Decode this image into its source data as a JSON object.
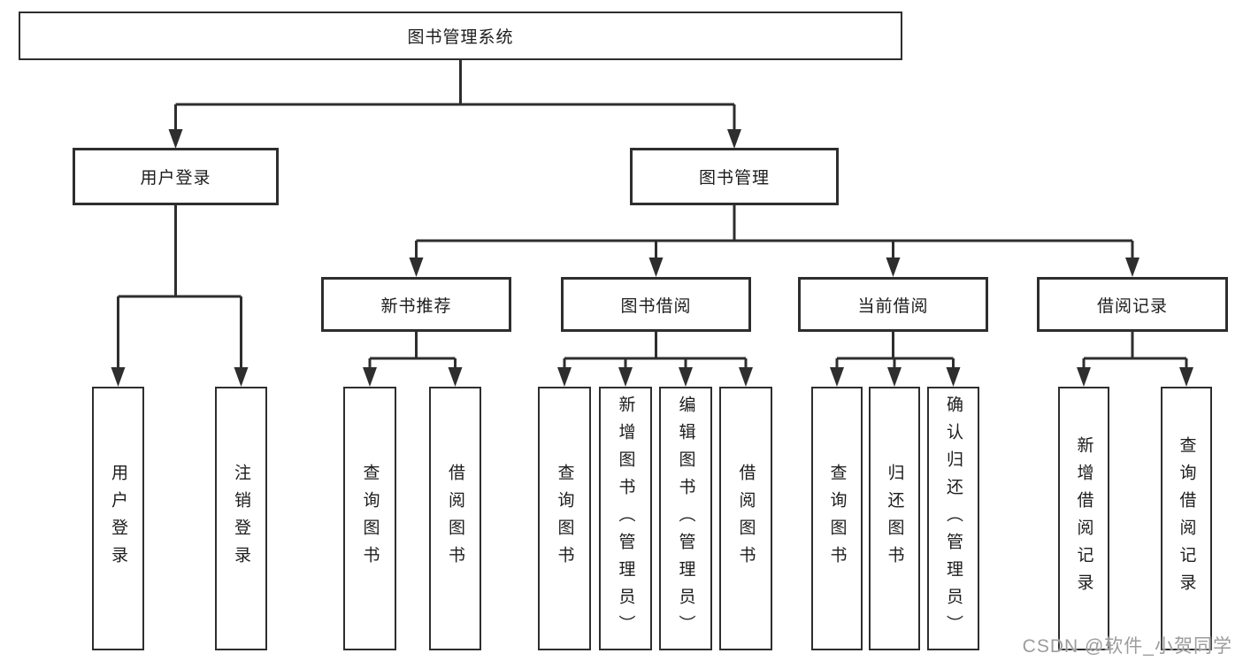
{
  "tree": {
    "root": {
      "label": "图书管理系统"
    },
    "branches": [
      {
        "label": "用户登录",
        "children": [
          {
            "label": "用户登录"
          },
          {
            "label": "注销登录"
          }
        ]
      },
      {
        "label": "图书管理",
        "groups": [
          {
            "label": "新书推荐",
            "children": [
              {
                "label": "查询图书"
              },
              {
                "label": "借阅图书"
              }
            ]
          },
          {
            "label": "图书借阅",
            "children": [
              {
                "label": "查询图书"
              },
              {
                "label": "新增图书（管理员）"
              },
              {
                "label": "编辑图书（管理员）"
              },
              {
                "label": "借阅图书"
              }
            ]
          },
          {
            "label": "当前借阅",
            "children": [
              {
                "label": "查询图书"
              },
              {
                "label": "归还图书"
              },
              {
                "label": "确认归还（管理员）"
              }
            ]
          },
          {
            "label": "借阅记录",
            "children": [
              {
                "label": "新增借阅记录"
              },
              {
                "label": "查询借阅记录"
              }
            ]
          }
        ]
      }
    ]
  },
  "watermark": {
    "text": "CSDN @软件_小贺同学"
  },
  "colors": {
    "line": "#2e2e2e",
    "text": "#1c1c1c",
    "background": "#ffffff",
    "watermark": "#9c9c9c"
  }
}
